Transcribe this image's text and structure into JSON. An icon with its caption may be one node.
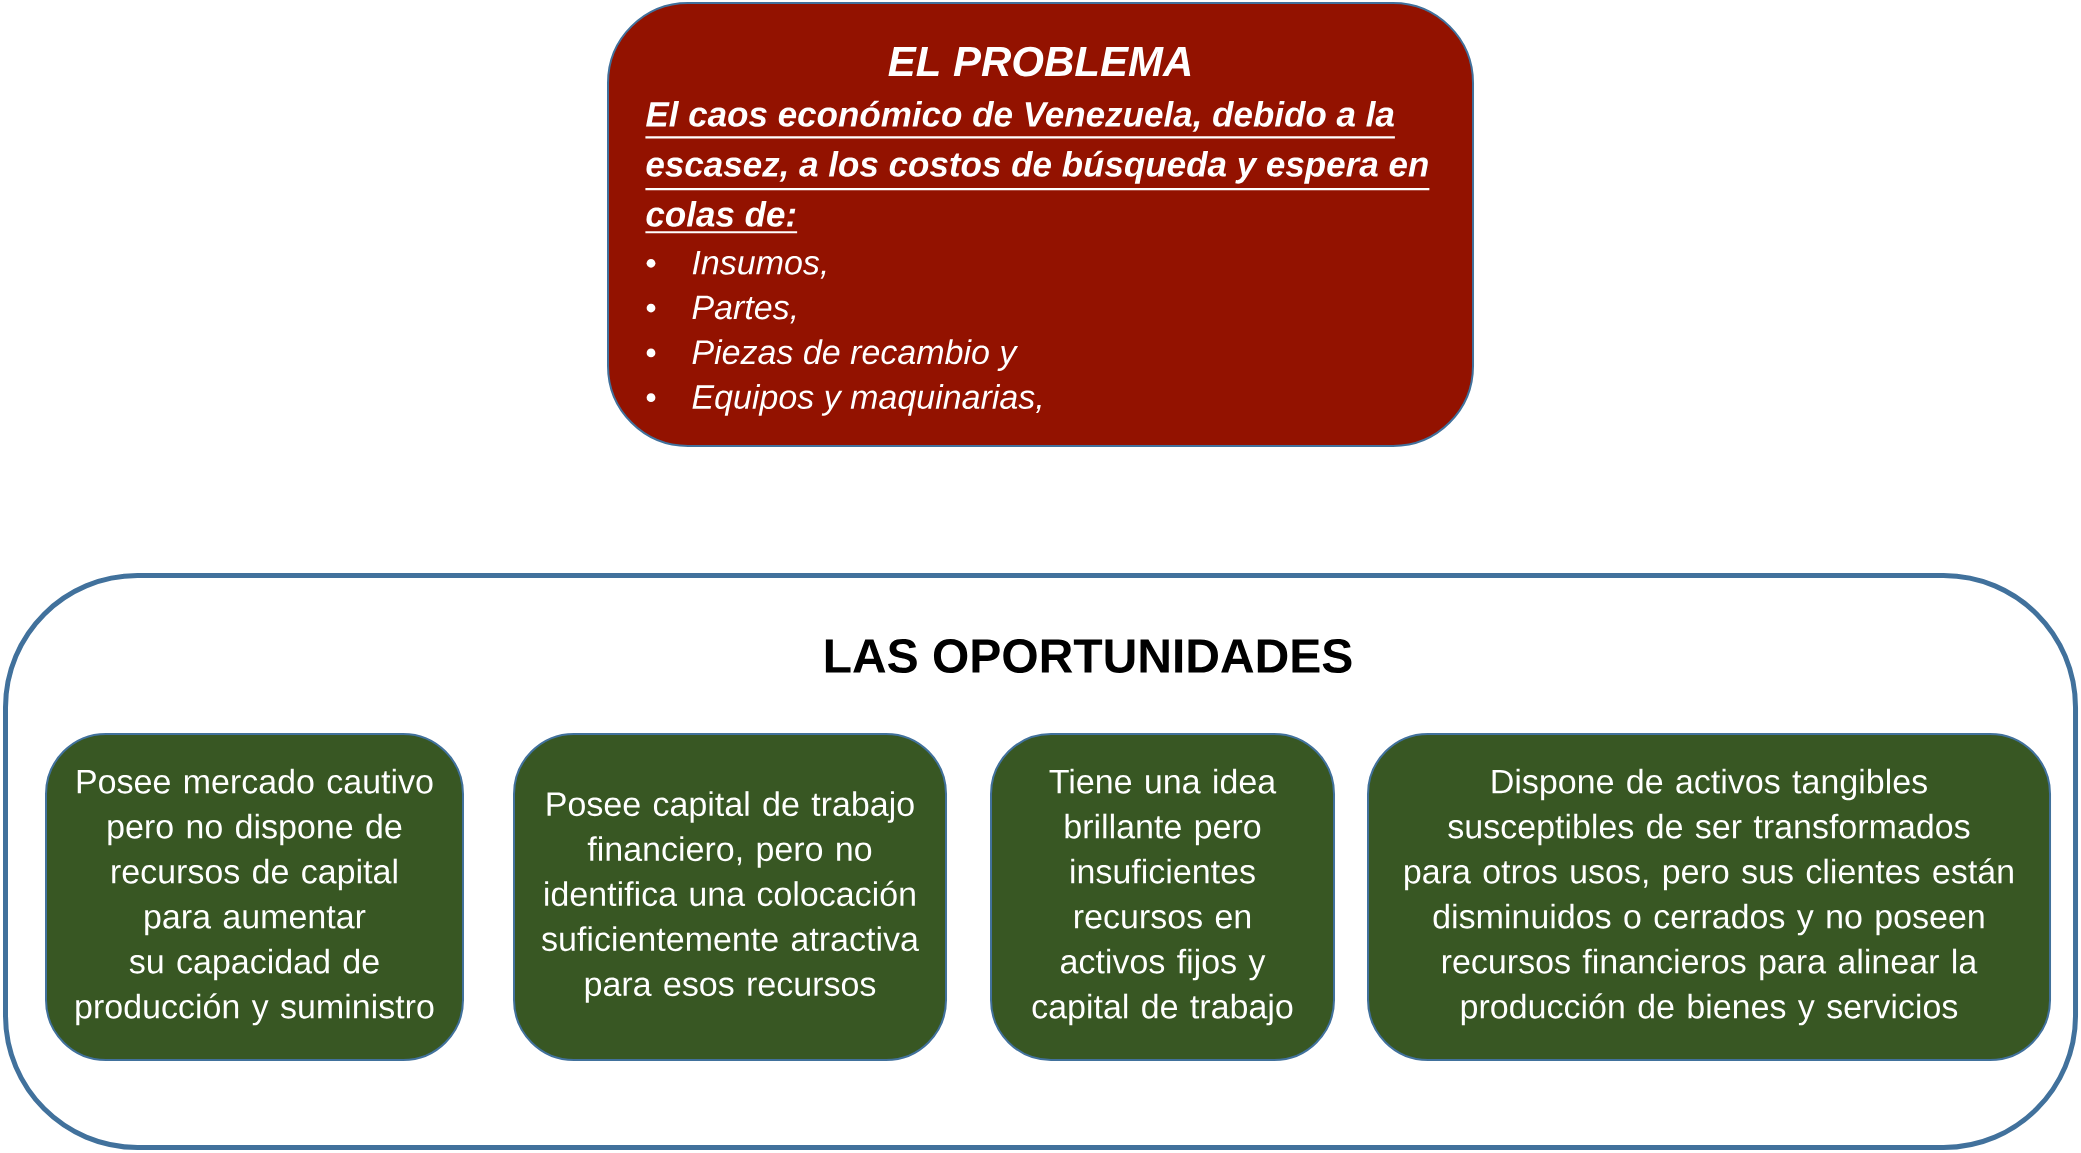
{
  "diagram": {
    "nodes": [
      {
        "text": [
          "EL PROBLEMA",
          "El caos económico de Venezuela, debido a la escasez, a los costos de búsqueda y espera en colas de:",
          "Insumos,",
          "Partes,",
          "Piezas de recambio y",
          "Equipos y maquinarias,"
        ]
      },
      {
        "text": [
          "LAS OPORTUNIDADES"
        ]
      },
      {
        "text": [
          "Posee mercado cautivo pero no dispone de recursos de capital para aumentar su capacidad de producción y suministro"
        ],
        "in": 1
      },
      {
        "text": [
          "Posee capital de trabajo financiero, pero no identifica una colocación suficientemente atractiva para esos recursos"
        ],
        "in": 1
      },
      {
        "text": [
          "Tiene una idea brillante pero insuficientes recursos en activos fijos y capital de trabajo"
        ],
        "in": 1
      },
      {
        "text": [
          "Dispone de activos tangibles susceptibles de ser transformados para otros usos, pero sus clientes están disminuidos o cerrados y no poseen recursos financieros para alinear la producción de bienes y servicios"
        ],
        "in": 1
      }
    ]
  }
}
